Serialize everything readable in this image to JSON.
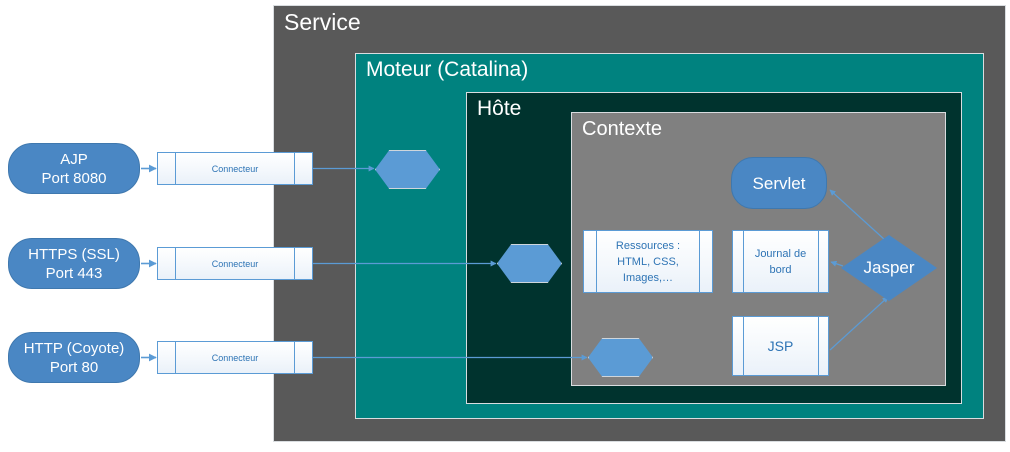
{
  "diagram": {
    "title": "Service",
    "accent_blue": "#4a87c4",
    "line_blue": "#5b9bd5",
    "service_gray": "#595959",
    "moteur_teal": "#00827f",
    "hote_dark_teal": "#00332e",
    "contexte_gray": "#808080"
  },
  "containers": {
    "service": {
      "label": "Service"
    },
    "moteur": {
      "label": "Moteur (Catalina)"
    },
    "hote": {
      "label": "Hôte"
    },
    "contexte": {
      "label": "Contexte"
    }
  },
  "protocols": [
    {
      "line1": "AJP",
      "line2": "Port 8080"
    },
    {
      "line1": "HTTPS (SSL)",
      "line2": "Port 443"
    },
    {
      "line1": "HTTP (Coyote)",
      "line2": "Port 80"
    }
  ],
  "connectors": [
    {
      "label": "Connecteur"
    },
    {
      "label": "Connecteur"
    },
    {
      "label": "Connecteur"
    }
  ],
  "contexte_nodes": {
    "servlet": {
      "label": "Servlet"
    },
    "ressources": {
      "line1": "Ressources :",
      "line2": "HTML, CSS,",
      "line3": "Images,…"
    },
    "journal": {
      "line1": "Journal de",
      "line2": "bord"
    },
    "jsp": {
      "label": "JSP"
    },
    "jasper": {
      "label": "Jasper"
    }
  }
}
